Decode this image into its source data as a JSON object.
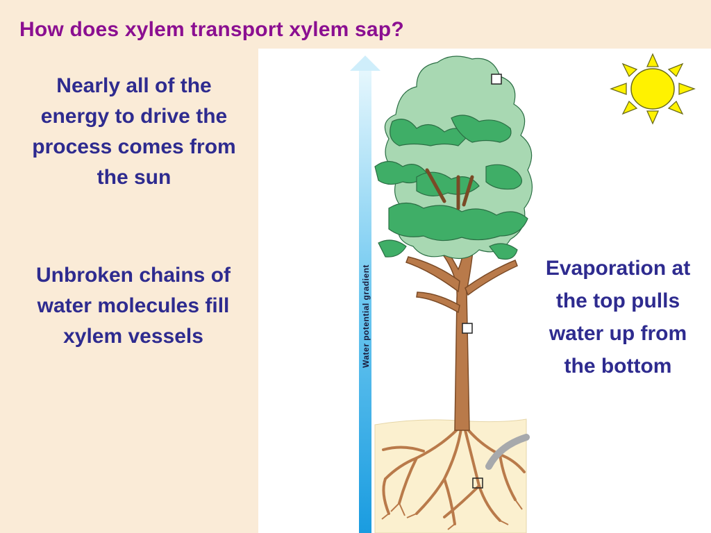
{
  "slide": {
    "title": "How does xylem transport xylem sap?",
    "left_text_1": "Nearly all of the energy to drive the process comes from the sun",
    "left_text_2": "Unbroken chains of water molecules fill xylem vessels",
    "right_text": "Evaporation at the top pulls water up from the bottom"
  },
  "diagram": {
    "arrow_label": "Water potential gradient",
    "colors": {
      "background": "#faebd7",
      "title": "#8b0f91",
      "text": "#2e2b8f",
      "arrow": "#29a8e6",
      "sun": "#fff200",
      "trunk": "#b97a4a",
      "foliage_light": "#a8d8b2",
      "foliage_dark": "#3fae67",
      "soil": "#fbf0cf"
    }
  }
}
